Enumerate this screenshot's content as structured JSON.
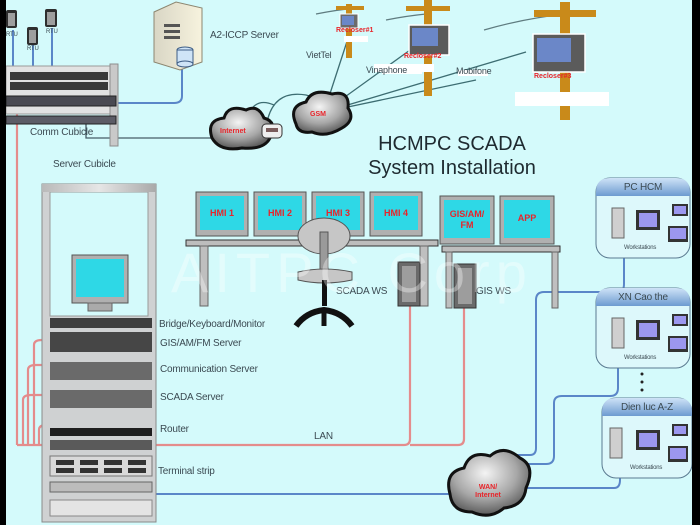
{
  "diagram": {
    "title_line1": "HCMPC SCADA",
    "title_line2": "System Installation",
    "watermark": "AITPC Corp",
    "top_left": {
      "rtu_label": "RTU",
      "rtu_count": 3,
      "comm_cubicle": "Comm Cubicle",
      "server_cubicle": "Server Cubicle"
    },
    "a2_iccp_server": "A2-ICCP Server",
    "networks": {
      "internet": "Internet",
      "gsm": "GSM",
      "wan": "WAN/ Internet",
      "lan": "LAN"
    },
    "carriers": [
      "VietTel",
      "Vinaphone",
      "Mobifone"
    ],
    "reclosers": [
      "Recloser#1",
      "Recloser#2",
      "Recloser#3"
    ],
    "control_room": {
      "screens": [
        "HMI 1",
        "HMI 2",
        "HMI 3",
        "HMI 4",
        "GIS/AM/ FM",
        "APP"
      ],
      "scada_ws": "SCADA WS",
      "gis_ws": "GIS WS"
    },
    "rack_items": [
      "Bridge/Keyboard/Monitor",
      "GIS/AM/FM Server",
      "Communication Server",
      "SCADA Server",
      "Router",
      "Terminal strip"
    ],
    "remote_sites": [
      {
        "name": "PC HCM",
        "caption": "Workstations"
      },
      {
        "name": "XN Cao the",
        "caption": "Workstations"
      },
      {
        "name": "Dien luc A-Z",
        "caption": "Workstations"
      }
    ],
    "colors": {
      "background": "#d4fafb",
      "lan_cable": "#e48c8c",
      "wan_cable": "#5a86c8",
      "screen": "#2ed8e6",
      "screen_text": "#e8242a",
      "pole": "#c98a1a"
    }
  }
}
